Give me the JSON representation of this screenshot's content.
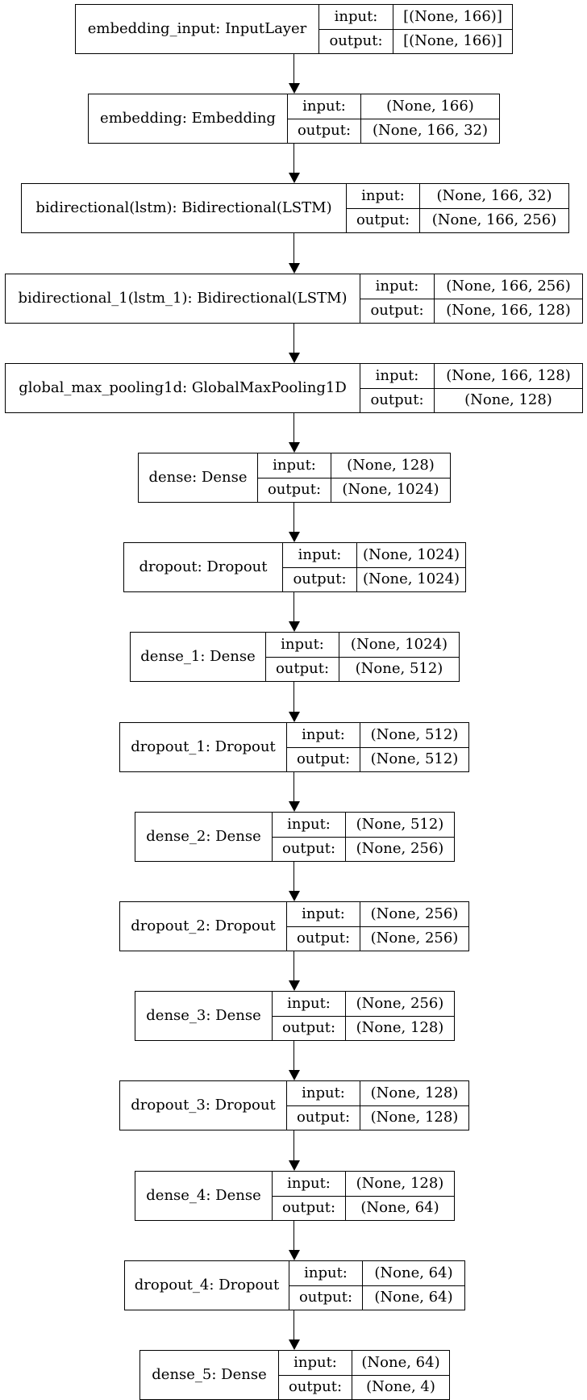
{
  "io_labels": {
    "input": "input:",
    "output": "output:"
  },
  "layers": [
    {
      "name": "embedding_input: InputLayer",
      "input": "[(None, 166)]",
      "output": "[(None, 166)]"
    },
    {
      "name": "embedding: Embedding",
      "input": "(None, 166)",
      "output": "(None, 166, 32)"
    },
    {
      "name": "bidirectional(lstm): Bidirectional(LSTM)",
      "input": "(None, 166, 32)",
      "output": "(None, 166, 256)"
    },
    {
      "name": "bidirectional_1(lstm_1): Bidirectional(LSTM)",
      "input": "(None, 166, 256)",
      "output": "(None, 166, 128)"
    },
    {
      "name": "global_max_pooling1d: GlobalMaxPooling1D",
      "input": "(None, 166, 128)",
      "output": "(None, 128)"
    },
    {
      "name": "dense: Dense",
      "input": "(None, 128)",
      "output": "(None, 1024)"
    },
    {
      "name": "dropout: Dropout",
      "input": "(None, 1024)",
      "output": "(None, 1024)"
    },
    {
      "name": "dense_1: Dense",
      "input": "(None, 1024)",
      "output": "(None, 512)"
    },
    {
      "name": "dropout_1: Dropout",
      "input": "(None, 512)",
      "output": "(None, 512)"
    },
    {
      "name": "dense_2: Dense",
      "input": "(None, 512)",
      "output": "(None, 256)"
    },
    {
      "name": "dropout_2: Dropout",
      "input": "(None, 256)",
      "output": "(None, 256)"
    },
    {
      "name": "dense_3: Dense",
      "input": "(None, 256)",
      "output": "(None, 128)"
    },
    {
      "name": "dropout_3: Dropout",
      "input": "(None, 128)",
      "output": "(None, 128)"
    },
    {
      "name": "dense_4: Dense",
      "input": "(None, 128)",
      "output": "(None, 64)"
    },
    {
      "name": "dropout_4: Dropout",
      "input": "(None, 64)",
      "output": "(None, 64)"
    },
    {
      "name": "dense_5: Dense",
      "input": "(None, 64)",
      "output": "(None, 4)"
    }
  ]
}
